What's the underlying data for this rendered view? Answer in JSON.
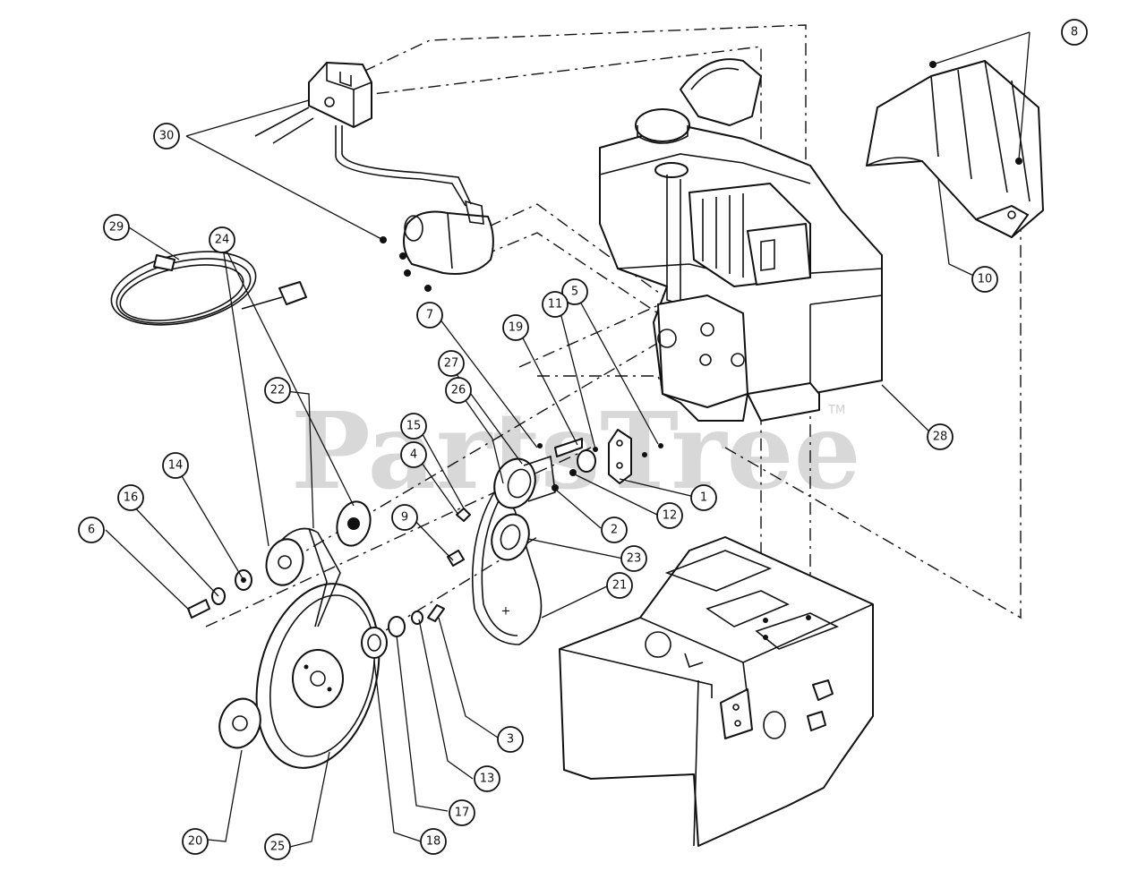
{
  "watermark": {
    "text": "PartsTree",
    "trademark": "TM"
  },
  "callouts": [
    {
      "label": "1"
    },
    {
      "label": "2"
    },
    {
      "label": "3"
    },
    {
      "label": "4"
    },
    {
      "label": "5"
    },
    {
      "label": "6"
    },
    {
      "label": "7"
    },
    {
      "label": "8"
    },
    {
      "label": "9"
    },
    {
      "label": "10"
    },
    {
      "label": "11"
    },
    {
      "label": "12"
    },
    {
      "label": "13"
    },
    {
      "label": "14"
    },
    {
      "label": "15"
    },
    {
      "label": "16"
    },
    {
      "label": "17"
    },
    {
      "label": "18"
    },
    {
      "label": "19"
    },
    {
      "label": "20"
    },
    {
      "label": "21"
    },
    {
      "label": "22"
    },
    {
      "label": "23"
    },
    {
      "label": "24"
    },
    {
      "label": "25"
    },
    {
      "label": "26"
    },
    {
      "label": "27"
    },
    {
      "label": "28"
    },
    {
      "label": "29"
    },
    {
      "label": "30"
    }
  ]
}
